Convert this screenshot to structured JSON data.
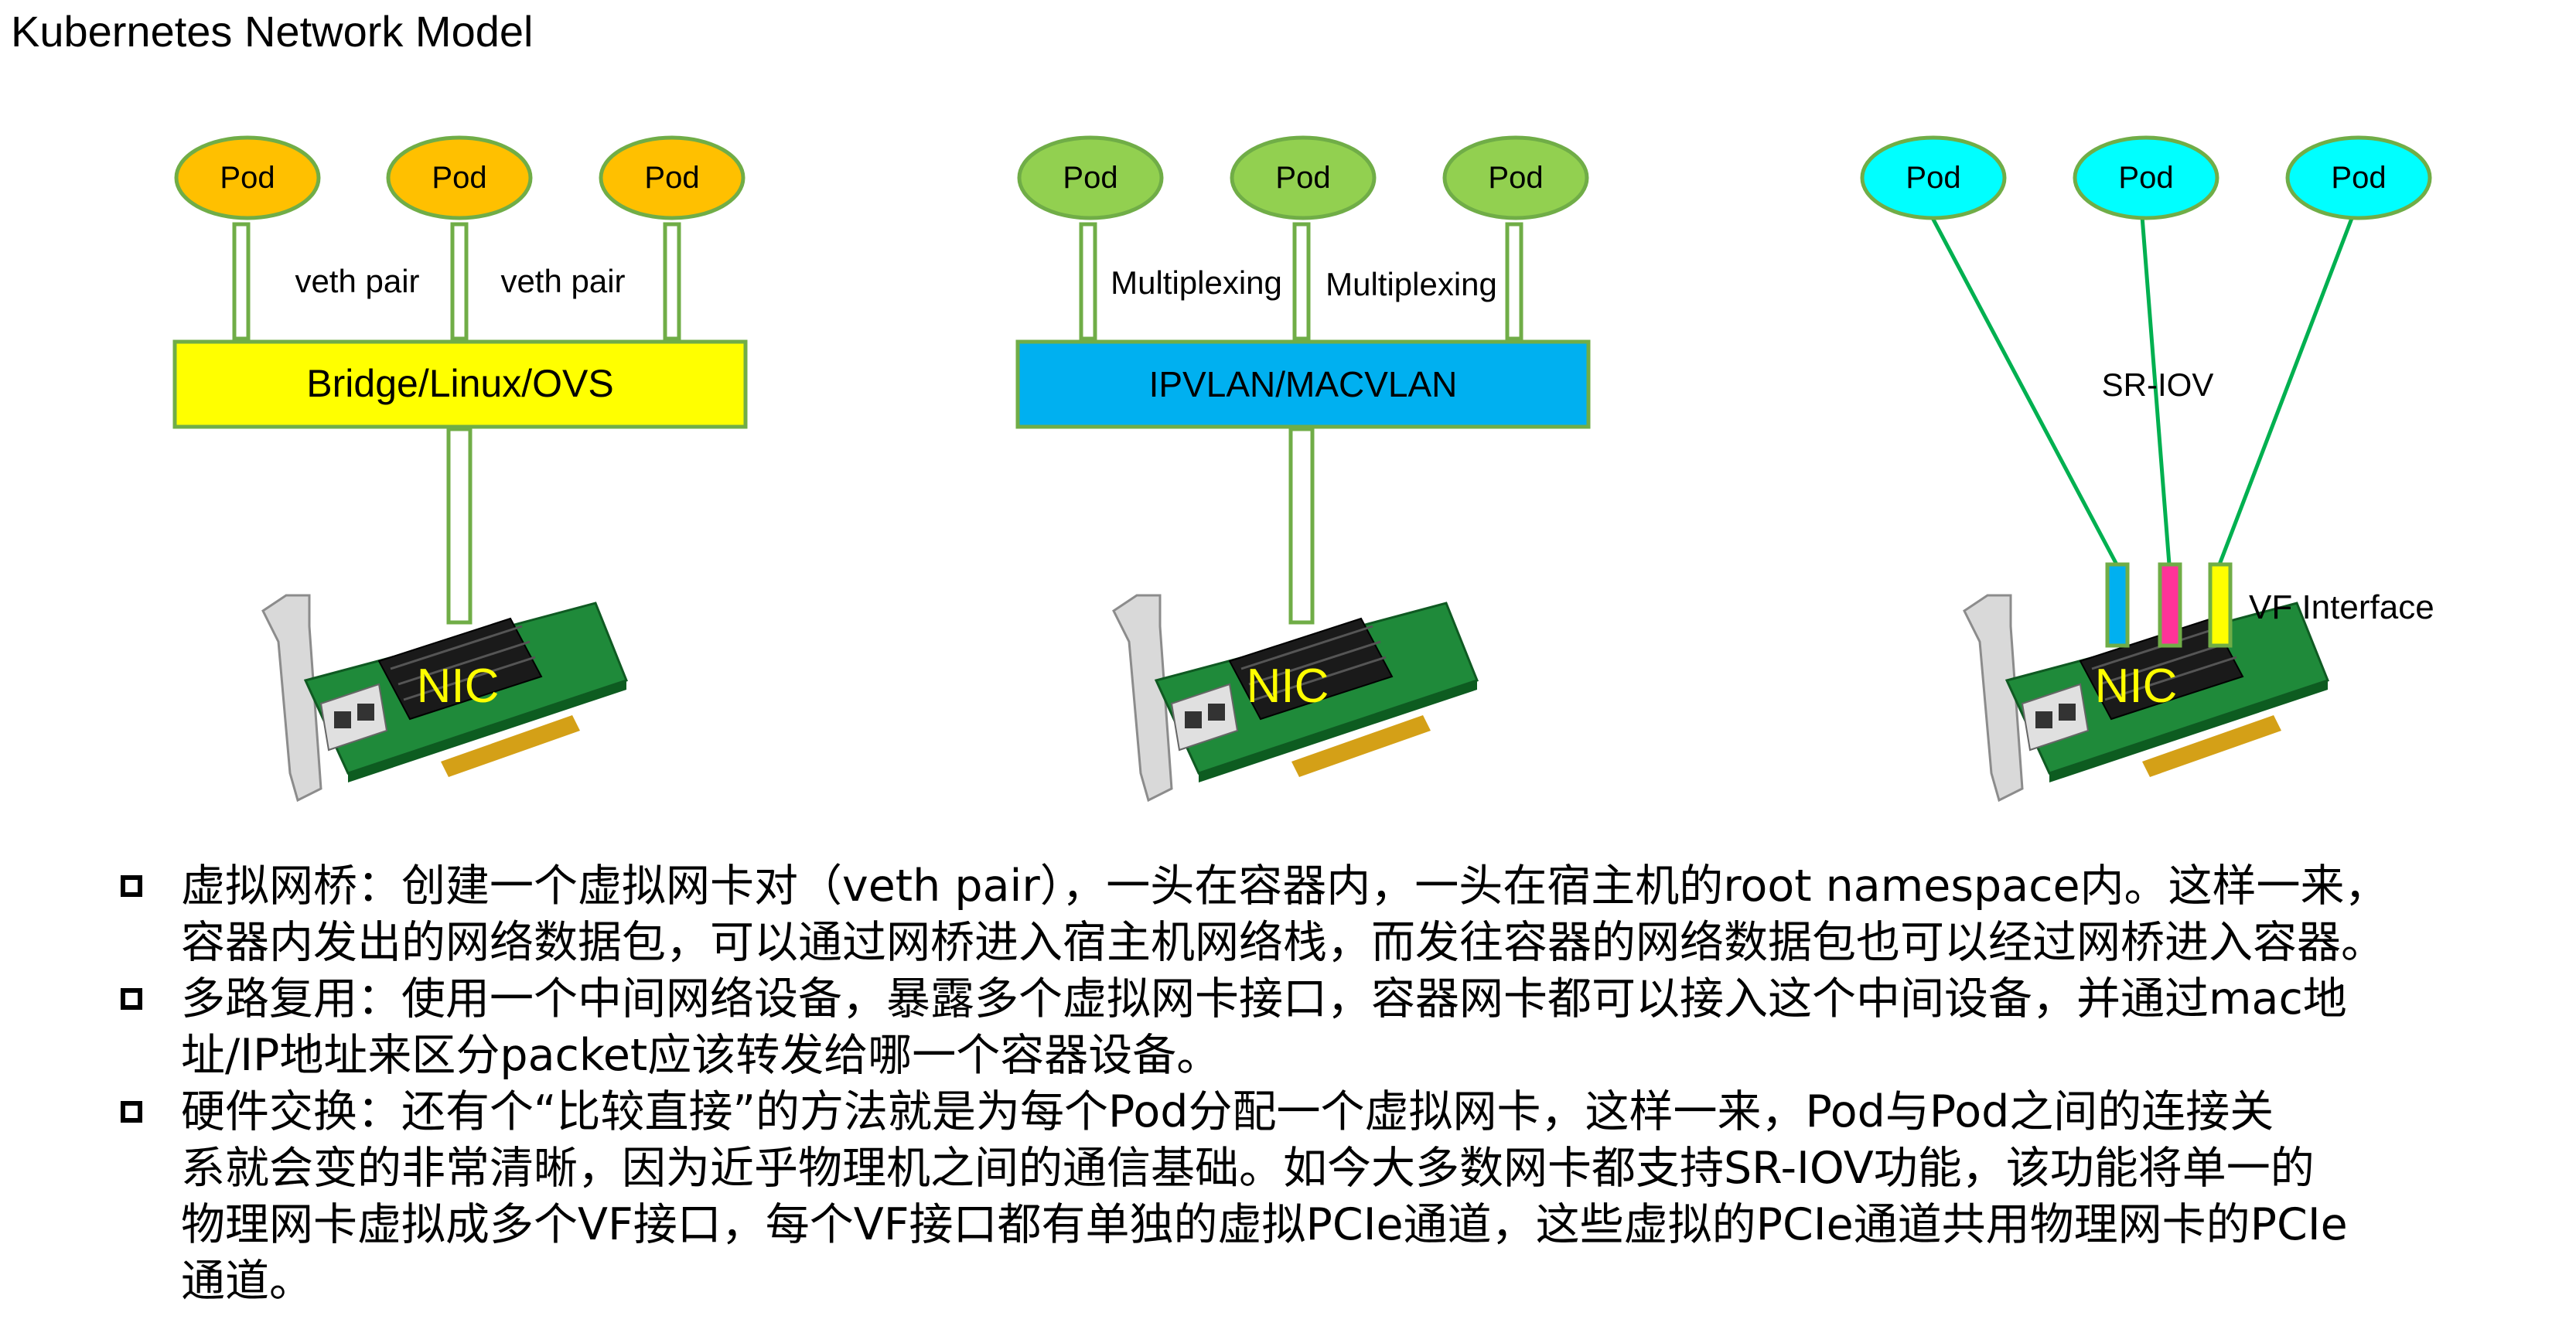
{
  "title": "Kubernetes Network Model",
  "panels": [
    {
      "pods": [
        "Pod",
        "Pod",
        "Pod"
      ],
      "pod_color": "#FFC000",
      "link_labels": [
        "veth pair",
        "veth pair"
      ],
      "device_label": "Bridge/Linux/OVS",
      "device_color": "#FFFF00",
      "nic_label": "NIC"
    },
    {
      "pods": [
        "Pod",
        "Pod",
        "Pod"
      ],
      "pod_color": "#92D050",
      "link_labels": [
        "Multiplexing",
        "Multiplexing"
      ],
      "device_label": "IPVLAN/MACVLAN",
      "device_color": "#00B0F0",
      "nic_label": "NIC"
    },
    {
      "pods": [
        "Pod",
        "Pod",
        "Pod"
      ],
      "pod_color": "#00FFFF",
      "mid_label": "SR-IOV",
      "vf_label": "VF Interface",
      "vf_colors": [
        "#00B0F0",
        "#FF3399",
        "#FFFF00"
      ],
      "nic_label": "NIC"
    }
  ],
  "bullets": [
    {
      "lines": [
        "虚拟网桥：创建一个虚拟网卡对（veth pair），一头在容器内，一头在宿主机的root namespace内。这样一来，",
        "容器内发出的网络数据包，可以通过网桥进入宿主机网络栈，而发往容器的网络数据包也可以经过网桥进入容器。"
      ]
    },
    {
      "lines": [
        "多路复用：使用一个中间网络设备，暴露多个虚拟网卡接口，容器网卡都可以接入这个中间设备，并通过mac地",
        "址/IP地址来区分packet应该转发给哪一个容器设备。"
      ]
    },
    {
      "lines": [
        "硬件交换：还有个“比较直接”的方法就是为每个Pod分配一个虚拟网卡，这样一来，Pod与Pod之间的连接关",
        "系就会变的非常清晰，因为近乎物理机之间的通信基础。如今大多数网卡都支持SR-IOV功能，该功能将单一的",
        "物理网卡虚拟成多个VF接口，每个VF接口都有单独的虚拟PCIe通道，这些虚拟的PCIe通道共用物理网卡的PCIe",
        "通道。"
      ]
    }
  ]
}
